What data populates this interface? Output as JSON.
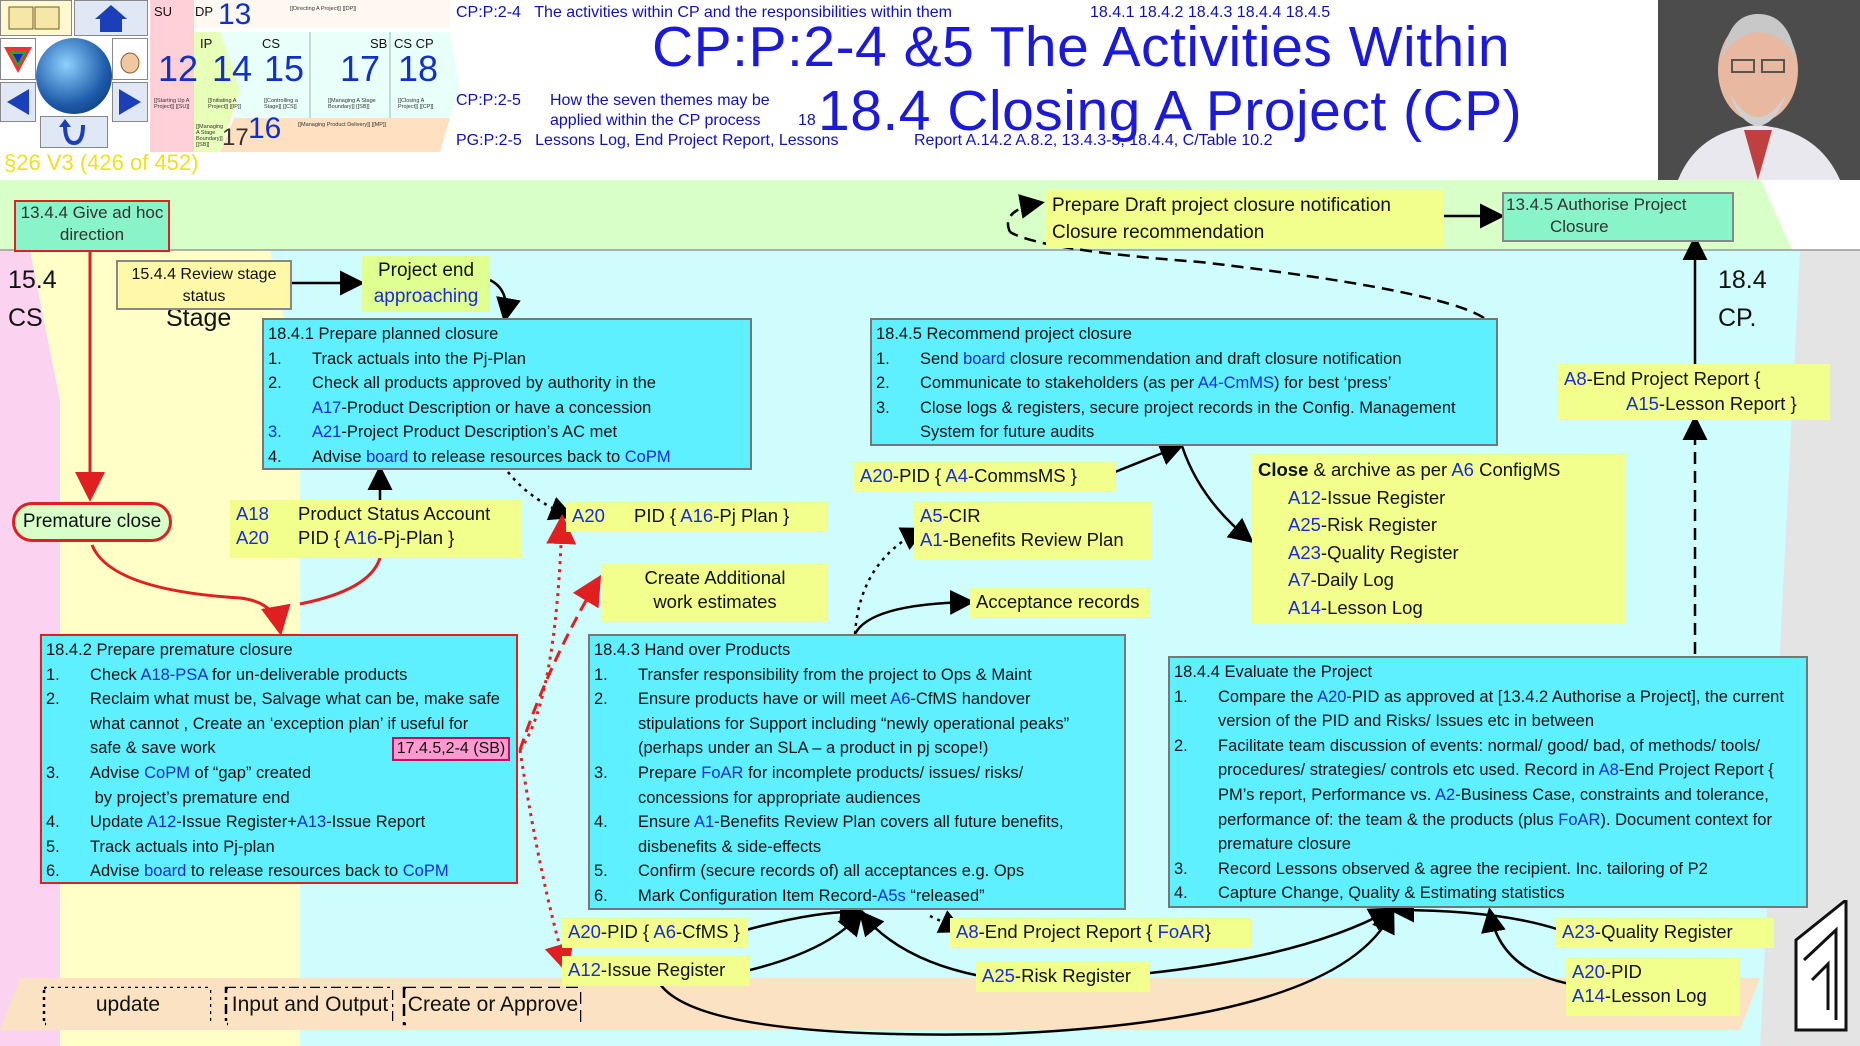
{
  "header": {
    "nav": {
      "su_label": "SU",
      "dp_label": "DP",
      "dp_num": "13",
      "ip_label": "IP",
      "cs_label": "CS",
      "sb_label": "SB",
      "cp_label": "CS CP",
      "nums": [
        "12",
        "14",
        "15",
        "17",
        "18",
        "16",
        "17"
      ],
      "tiny_dp": "[[Directing A Project]] [[DP]]",
      "tiny_su": "[[Starting Up A Project]] [[SU]]",
      "tiny_ip": "[[Initiating A Project]] [[IP]]",
      "tiny_cs": "[[Controlling a Stage]] [[CS]]",
      "tiny_sb": "[[Managing A Stage Boundary]] [[SB]]",
      "tiny_cp": "[[Closing A Project]] [[CP]]",
      "tiny_mp": "[[Managing Product Delivery]] [[MP]]",
      "tiny_mp2": "[[Managing A Stage Boundary]] [[SB]]"
    },
    "refs": [
      {
        "code": "CP:P:2-4",
        "text": "The activities within CP and the responsibilities within them",
        "extra": "18.4.1 18.4.2 18.4.3 18.4.4 18.4.5"
      },
      {
        "code": "CP:P:2-5",
        "text": "How the seven themes may be",
        "text2": "applied within the CP process",
        "extra": "18"
      },
      {
        "code": "PG:P:2-5",
        "text": "Lessons Log, End Project Report, Lessons",
        "extra": "Report A.14.2 A.8.2, 13.4.3-5, 18.4.4, C/Table 10.2"
      }
    ],
    "title_line1": "CP:P:2-4 &5 The Activities Within",
    "title_line2": "18.4 Closing A Project (CP)",
    "section": "§26 V3 (426 of 452)"
  },
  "zones": {
    "cs": {
      "num": "15.4",
      "code": "CS",
      "stage": "Stage"
    },
    "cp": {
      "num": "18.4",
      "code": "CP."
    }
  },
  "boxes": {
    "give_adhoc": {
      "l1": "13.4.4 Give ad hoc",
      "l2": "direction"
    },
    "review_stage": {
      "l1": "15.4.4 Review stage",
      "l2": "status"
    },
    "authorise_closure": {
      "l1": "13.4.5 Authorise Project",
      "l2": "Closure"
    },
    "prepare_draft": {
      "l1": "Prepare Draft project closure notification",
      "l2": "Closure recommendation"
    },
    "project_end": {
      "l1": "Project end",
      "l2": "approaching"
    },
    "premature_close": "Premature close",
    "ref_17452": "17.4.5,2-4 (SB)"
  },
  "activities": {
    "a1841": {
      "title": "18.4.1 Prepare planned closure",
      "items": [
        {
          "n": "1.",
          "t": "Track actuals into the Pj-Plan"
        },
        {
          "n": "2.",
          "t": "Check all products approved by authority in the"
        },
        {
          "n": "",
          "p": "A17",
          "t": "-Product Description or have a concession"
        },
        {
          "n": "3.",
          "p": "A21",
          "t": "-Project Product Description’s AC met"
        },
        {
          "n": "4.",
          "t": "Advise ",
          "p2": "board",
          "t2": " to release resources back to ",
          "p3": "CoPM"
        }
      ]
    },
    "a1845": {
      "title": "18.4.5 Recommend project closure",
      "items": [
        {
          "n": "1.",
          "t": "Send ",
          "p2": "board",
          "t2": " closure recommendation and draft closure notification"
        },
        {
          "n": "2.",
          "t": "Communicate to stakeholders (as per ",
          "p2": "A4-CmMS",
          "t2": ") for best ‘press’"
        },
        {
          "n": "3.",
          "t": "Close logs & registers, secure project records in the Config. Management"
        },
        {
          "n": "",
          "t": "System for future audits"
        }
      ]
    },
    "a1842": {
      "title": "18.4.2 Prepare premature closure",
      "items": [
        {
          "n": "1.",
          "t": "Check ",
          "p2": "A18-PSA",
          "t2": " for un-deliverable products"
        },
        {
          "n": "2.",
          "t": "Reclaim what must be, Salvage what can be, make safe"
        },
        {
          "n": "",
          "t": "what cannot , Create an ‘exception plan’ if useful for"
        },
        {
          "n": "",
          "t": "safe & save work"
        },
        {
          "n": "3.",
          "t": "Advise ",
          "p2": "CoPM",
          "t2": " of “gap” created"
        },
        {
          "n": "",
          "t": " by project’s premature end"
        },
        {
          "n": "4.",
          "t": "Update ",
          "p2": "A12",
          "t2": "-Issue Register+",
          "p3": "A13",
          "t3": "-Issue Report"
        },
        {
          "n": "5.",
          "t": "Track actuals into Pj-plan"
        },
        {
          "n": "6.",
          "t": "Advise ",
          "p2": "board",
          "t2": " to release resources back to ",
          "p3": "CoPM"
        }
      ]
    },
    "a1843": {
      "title": "18.4.3 Hand over Products",
      "items": [
        {
          "n": "1.",
          "t": "Transfer responsibility from the project to Ops & Maint"
        },
        {
          "n": "2.",
          "t": "Ensure products have or will meet ",
          "p2": "A6",
          "t2": "-CfMS handover"
        },
        {
          "n": "",
          "t": "stipulations for Support including “newly operational peaks”"
        },
        {
          "n": "",
          "t": "(perhaps under an SLA – a product in pj scope!)"
        },
        {
          "n": "3.",
          "t": "Prepare ",
          "p2": "FoAR",
          "t2": " for incomplete products/ issues/ risks/"
        },
        {
          "n": "",
          "t": "concessions for appropriate audiences"
        },
        {
          "n": "4.",
          "t": "Ensure ",
          "p2": "A1",
          "t2": "-Benefits Review Plan covers all future benefits,"
        },
        {
          "n": "",
          "t": "disbenefits & side-effects"
        },
        {
          "n": "5.",
          "t": "Confirm (secure records of) all acceptances e.g. Ops"
        },
        {
          "n": "6.",
          "t": "Mark Configuration Item Record-",
          "p2": "A5s",
          "t2": " “released”"
        }
      ]
    },
    "a1844": {
      "title": "18.4.4 Evaluate the Project",
      "items": [
        {
          "n": "1.",
          "t": "Compare the ",
          "p2": "A20",
          "t2": "-PID as approved at [13.4.2 Authorise a Project], the current"
        },
        {
          "n": "",
          "t": "version of the PID and Risks/ Issues etc in between"
        },
        {
          "n": "2.",
          "t": "Facilitate team discussion of events: normal/ good/ bad, of methods/ tools/"
        },
        {
          "n": "",
          "t": "procedures/ strategies/ controls etc used. Record in ",
          "p2": "A8",
          "t2": "-End Project Report {"
        },
        {
          "n": "",
          "t": "PM’s report, Performance vs. ",
          "p2": "A2",
          "t2": "-Business Case, constraints and tolerance,"
        },
        {
          "n": "",
          "t": "performance of: the team & the products (plus ",
          "p2": "FoAR",
          "t2": "). Document context for"
        },
        {
          "n": "",
          "t": "premature closure"
        },
        {
          "n": "3.",
          "t": "Record Lessons observed & agree the recipient. Inc. tailoring of P2"
        },
        {
          "n": "4.",
          "t": "Capture Change, Quality & Estimating statistics"
        }
      ]
    }
  },
  "products": {
    "psa": {
      "code": "A18",
      "text": "Product Status Account"
    },
    "pid_plan": {
      "code": "A20",
      "text": "PID { ",
      "code2": "A16",
      "text2": "-Pj-Plan }"
    },
    "pid_plan2": {
      "code": "A20",
      "text": "PID { ",
      "code2": "A16",
      "text2": "-Pj Plan }"
    },
    "pid_comms": {
      "code": "A20",
      "text": "-PID { ",
      "code2": "A4",
      "text2": "-CommsMS }"
    },
    "cir": {
      "code": "A5",
      "text": "-CIR"
    },
    "brp": {
      "code": "A1",
      "text": "-Benefits Review Plan"
    },
    "additional": {
      "l1": "Create Additional",
      "l2": "work estimates"
    },
    "acceptance": "Acceptance records",
    "close_archive": {
      "head": "Close",
      "head2": " & archive as per ",
      "code": "A6",
      "head3": " ConfigMS",
      "items": [
        {
          "code": "A12",
          "text": "-Issue Register"
        },
        {
          "code": "A25",
          "text": "-Risk Register"
        },
        {
          "code": "A23",
          "text": "-Quality Register"
        },
        {
          "code": "A7",
          "text": "-Daily Log"
        },
        {
          "code": "A14",
          "text": "-Lesson Log"
        }
      ]
    },
    "epr": {
      "code": "A8",
      "text": "-End Project Report {",
      "code2": "A15",
      "text2": "-Lesson Report }"
    },
    "pid_cfms": {
      "code": "A20",
      "text": "-PID { ",
      "code2": "A6",
      "text2": "-CfMS }"
    },
    "issue_reg": {
      "code": "A12",
      "text": "-Issue Register"
    },
    "epr_foar": {
      "code": "A8",
      "text": "-End Project Report { ",
      "code2": "FoAR",
      "text2": "}"
    },
    "risk_reg": {
      "code": "A25",
      "text": "-Risk Register"
    },
    "quality_reg": {
      "code": "A23",
      "text": "-Quality Register"
    },
    "pid_lessons": {
      "code": "A20",
      "text": "-PID",
      "code2": "A14",
      "text2": "-Lesson Log"
    }
  },
  "legend": {
    "update": "update",
    "io": "Input and Output",
    "create": "Create or Approve"
  },
  "colors": {
    "activity": "#5ef0ff",
    "product": "#f2ff8c",
    "authority": "#88f4c8",
    "product_code": "#1a2cd4",
    "premature": "#e02020"
  }
}
